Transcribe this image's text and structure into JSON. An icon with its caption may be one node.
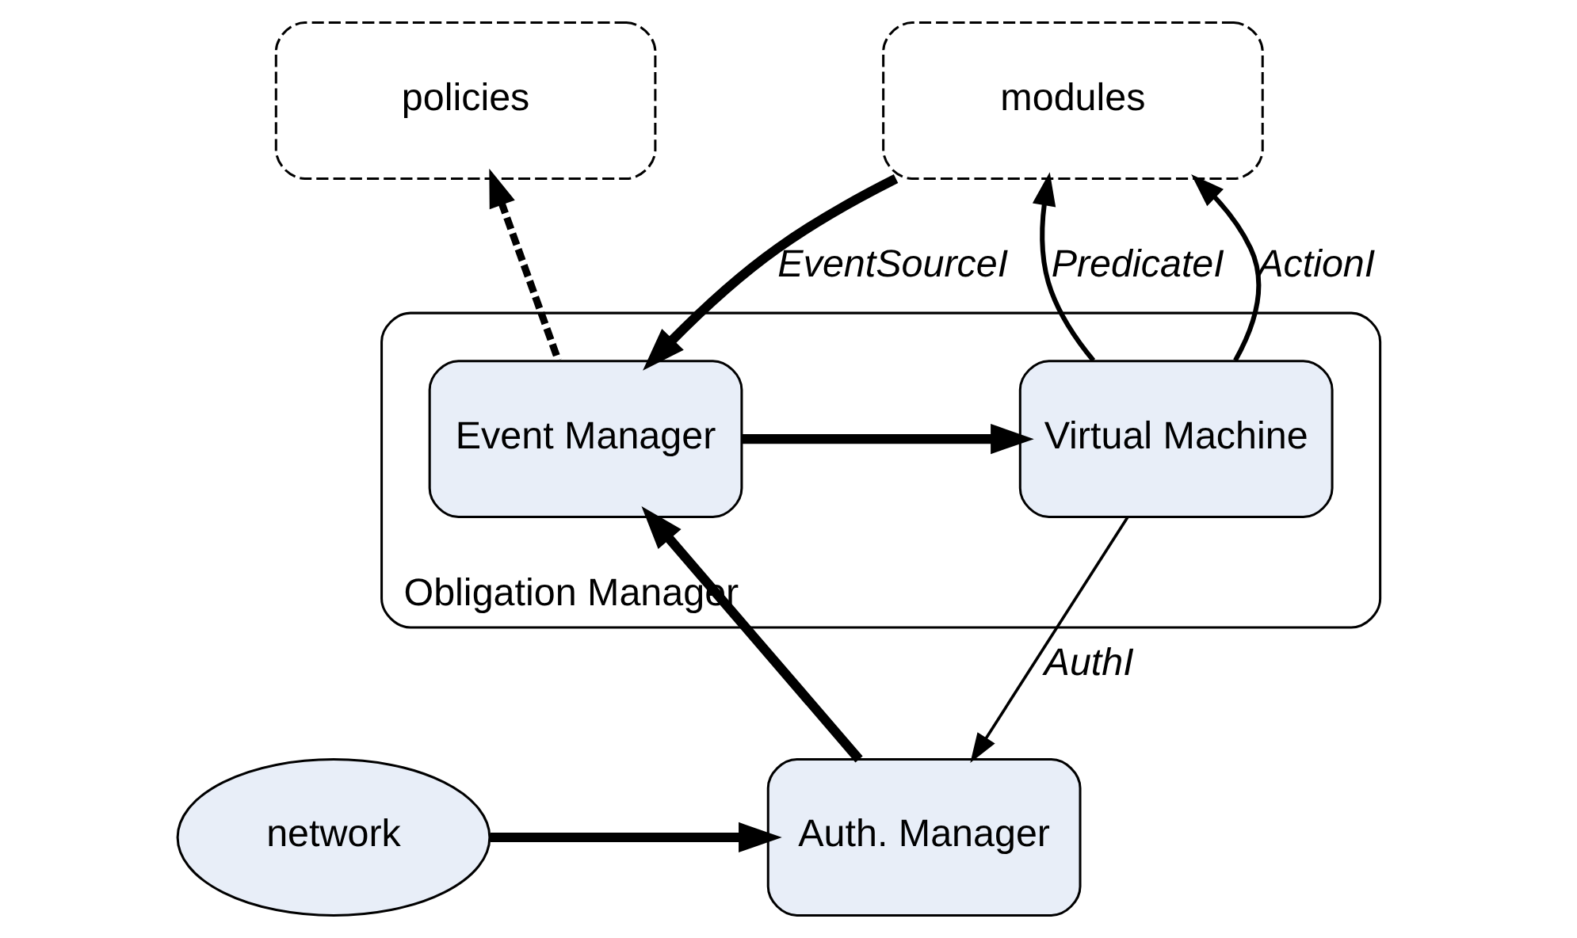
{
  "diagram": {
    "nodes": [
      {
        "text": [
          "policies"
        ]
      },
      {
        "text": [
          "modules"
        ]
      },
      {
        "text": [
          "Obligation Manager"
        ]
      },
      {
        "text": [
          "Event Manager"
        ],
        "in": 2
      },
      {
        "text": [
          "Virtual Machine"
        ],
        "in": 2
      },
      {
        "text": [
          "network"
        ]
      },
      {
        "text": [
          "Auth. Manager"
        ]
      }
    ],
    "edges": [
      {
        "from": 1,
        "to": 3,
        "arrow": "to",
        "label": "EventSourceI"
      },
      {
        "from": 3,
        "to": 0,
        "arrow": "to",
        "style": "dashed"
      },
      {
        "from": 3,
        "to": 4,
        "arrow": "to"
      },
      {
        "from": 4,
        "to": 1,
        "arrow": "to",
        "label": "PredicateI"
      },
      {
        "from": 4,
        "to": 1,
        "arrow": "to",
        "label": "ActionI"
      },
      {
        "from": 4,
        "to": 6,
        "arrow": "to",
        "label": "AuthI"
      },
      {
        "from": 6,
        "to": 3,
        "arrow": "to"
      },
      {
        "from": 5,
        "to": 6,
        "arrow": "to"
      }
    ]
  }
}
